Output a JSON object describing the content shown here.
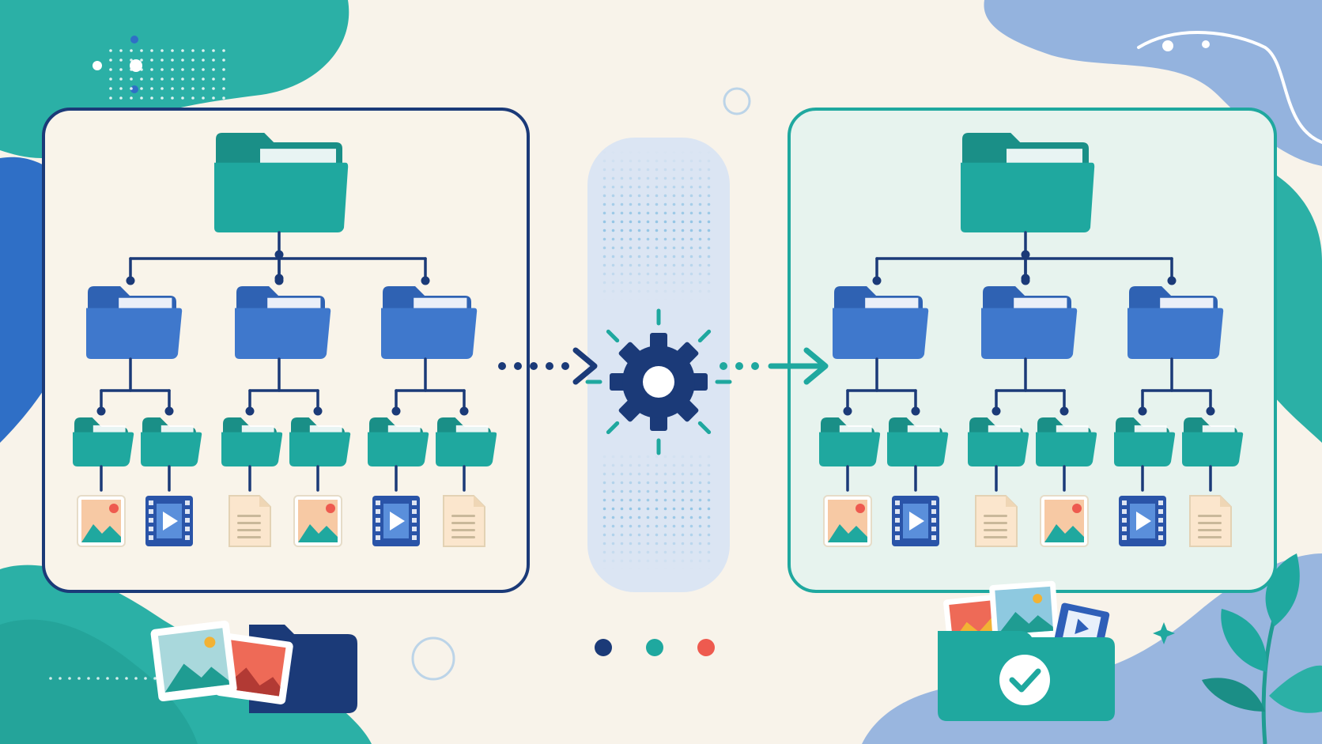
{
  "colors": {
    "background": "#f8f3ea",
    "navy": "#1b3a78",
    "teal": "#1fa89f",
    "teal_light": "#2bb8ac",
    "blue": "#3f78cc",
    "blue_light": "#5a8fdb",
    "coral": "#ee5a4f",
    "sage_panel": "#e8f3ee",
    "pill": "#dbe5f3"
  },
  "diagram": {
    "left_tree": {
      "root": "teal-folder",
      "branches": [
        {
          "folder": "blue-folder",
          "children": [
            {
              "folder": "teal-folder",
              "file": "image-file-icon"
            },
            {
              "folder": "teal-folder",
              "file": "video-file-icon"
            }
          ]
        },
        {
          "folder": "blue-folder",
          "children": [
            {
              "folder": "teal-folder",
              "file": "document-file-icon"
            },
            {
              "folder": "teal-folder",
              "file": "image-file-icon"
            }
          ]
        },
        {
          "folder": "blue-folder",
          "children": [
            {
              "folder": "teal-folder",
              "file": "video-file-icon"
            },
            {
              "folder": "teal-folder",
              "file": "document-file-icon"
            }
          ]
        }
      ]
    },
    "process_icon": "gear-icon",
    "right_tree": {
      "root": "teal-folder",
      "branches": [
        {
          "folder": "blue-folder",
          "children": [
            {
              "folder": "teal-folder",
              "file": "image-file-icon"
            },
            {
              "folder": "teal-folder",
              "file": "video-file-icon"
            }
          ]
        },
        {
          "folder": "blue-folder",
          "children": [
            {
              "folder": "teal-folder",
              "file": "document-file-icon"
            },
            {
              "folder": "teal-folder",
              "file": "image-file-icon"
            }
          ]
        },
        {
          "folder": "blue-folder",
          "children": [
            {
              "folder": "teal-folder",
              "file": "video-file-icon"
            },
            {
              "folder": "teal-folder",
              "file": "document-file-icon"
            }
          ]
        }
      ]
    },
    "decorations": [
      "photo-stack-icon",
      "open-folder-with-checkmark-icon",
      "leaf-plant-icon",
      "sparkle-icon"
    ],
    "progress_dots": [
      "#1b3a78",
      "#1fa89f",
      "#ee5a4f"
    ]
  }
}
